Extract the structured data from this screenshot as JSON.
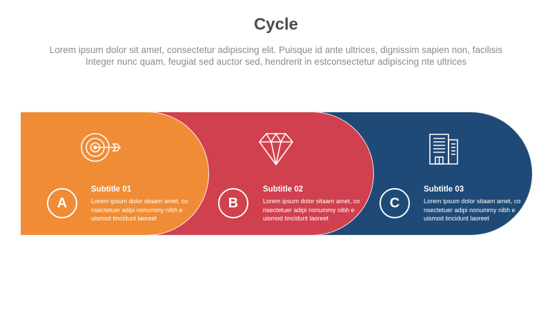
{
  "title": "Cycle",
  "description": [
    "Lorem ipsum dolor sit amet, consectetur adipiscing elit. Puisque id ante ultrices, dignissim sapien non, facilisis",
    "Integer nunc quam, feugiat sed auctor sed, hendrerit in estconsectetur adipiscing nte ultrices"
  ],
  "steps": [
    {
      "letter": "A",
      "subtitle": "Subtitle 01",
      "lines": [
        "Lorem ipsum dolor sitaam amet, co",
        "nsectetuer adipi nonummy nibh e",
        "uismod tincidunt laoreet"
      ],
      "icon": "target-icon",
      "color": "#ef8c35"
    },
    {
      "letter": "B",
      "subtitle": "Subtitle 02",
      "lines": [
        "Lorem ipsum dolor sitaam amet, co",
        "nsectetuer adipi nonummy nibh e",
        "uismod tincidunt laoreet"
      ],
      "icon": "diamond-icon",
      "color": "#d0404f"
    },
    {
      "letter": "C",
      "subtitle": "Subtitle 03",
      "lines": [
        "Lorem ipsum dolor sitaam amet, co",
        "nsectetuer adipi nonummy nibh e",
        "uismod tincidunt laoreet"
      ],
      "icon": "building-icon",
      "color": "#1f4a77"
    }
  ]
}
